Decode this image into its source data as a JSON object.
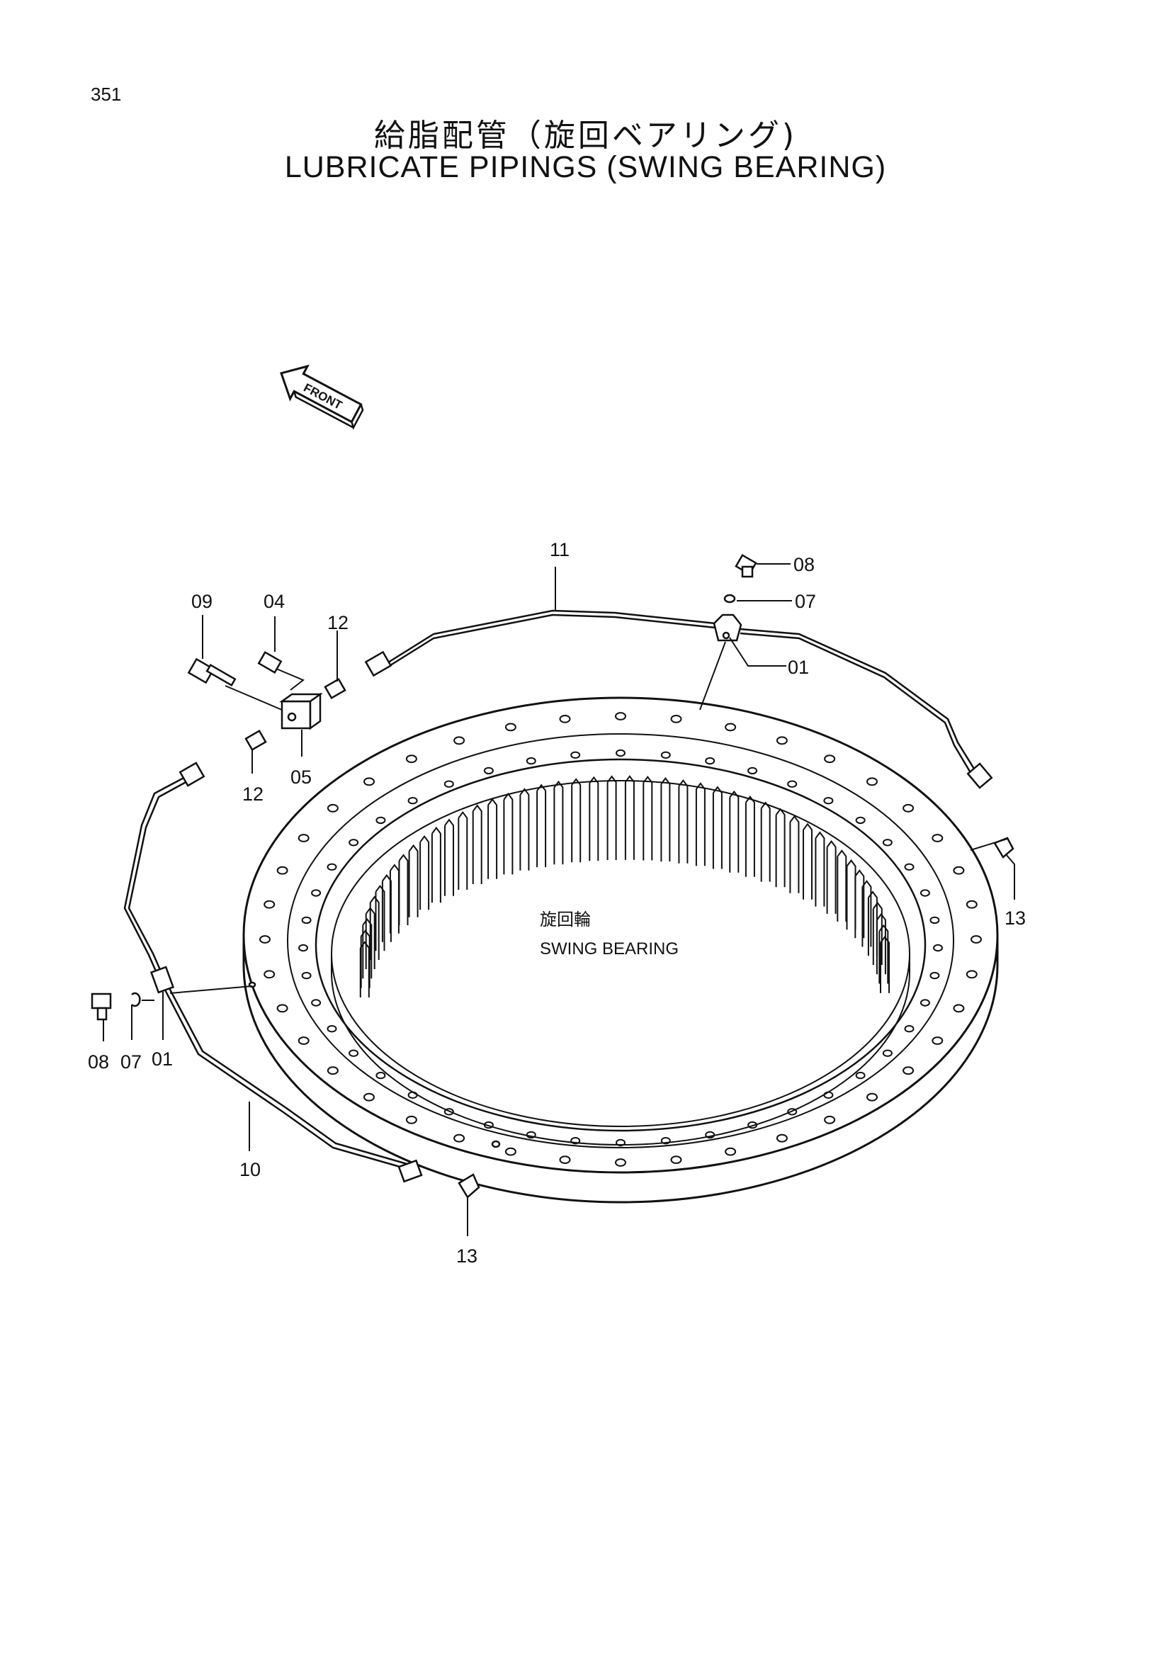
{
  "page_number": "351",
  "title_jp": "給脂配管（旋回ベアリング)",
  "title_en": "LUBRICATE PIPINGS (SWING BEARING)",
  "front_label": "FRONT",
  "center_label_jp": "旋回輪",
  "center_label_en": "SWING BEARING",
  "callouts": {
    "c11": "11",
    "c08_top": "08",
    "c07_top": "07",
    "c01_top": "01",
    "c09": "09",
    "c04": "04",
    "c12_top": "12",
    "c05": "05",
    "c12_bottom": "12",
    "c13_right": "13",
    "c08_left": "08",
    "c07_left": "07",
    "c01_left": "01",
    "c10": "10",
    "c13_bottom": "13"
  }
}
